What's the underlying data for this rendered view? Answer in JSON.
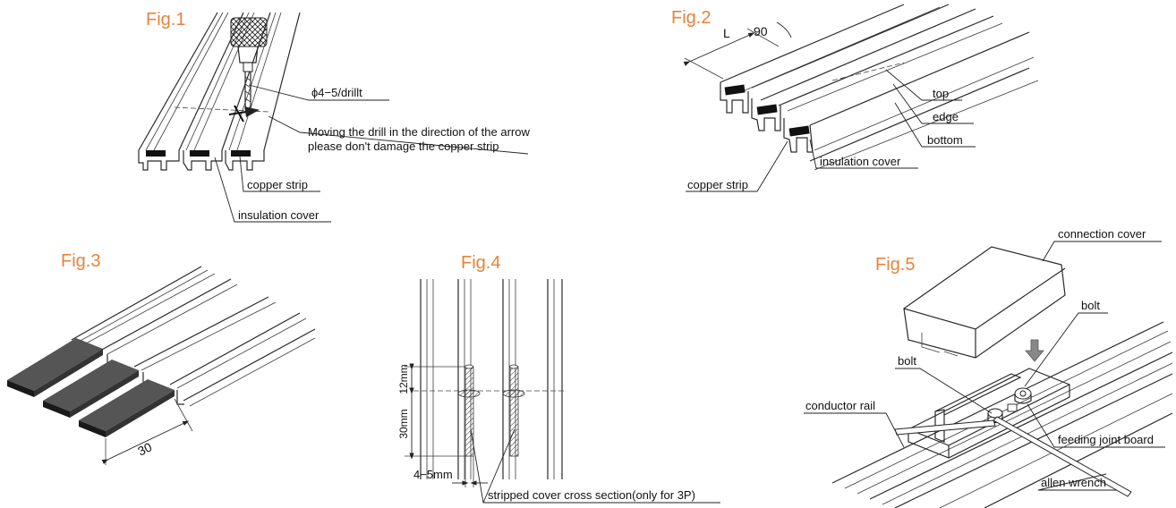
{
  "colors": {
    "title": "#e8823a",
    "line": "#2a2a2a",
    "copper": "#111111"
  },
  "fig1": {
    "title": "Fig.1",
    "drill_label": "ϕ4−5/drillt",
    "note_line1": "Moving the drill in the direction of the arrow",
    "note_line2": "please don't damage the copper strip",
    "copper_strip": "copper strip",
    "insulation_cover": "insulation cover"
  },
  "fig2": {
    "title": "Fig.2",
    "dim_L": "L",
    "angle": "90",
    "top": "top",
    "edge": "edge",
    "bottom": "bottom",
    "insulation_cover": "insulation cover",
    "copper_strip": "copper strip"
  },
  "fig3": {
    "title": "Fig.3",
    "dim": "30"
  },
  "fig4": {
    "title": "Fig.4",
    "dim_12": "12mm",
    "dim_30": "30mm",
    "dim_45": "4−5mm",
    "caption": "stripped cover cross section(only for 3P)"
  },
  "fig5": {
    "title": "Fig.5",
    "connection_cover": "connection cover",
    "bolt_top": "bolt",
    "bolt_left": "bolt",
    "conductor_rail": "conductor rail",
    "feeding_joint_board": "feeding joint board",
    "allen_wrench": "allen wrench"
  }
}
